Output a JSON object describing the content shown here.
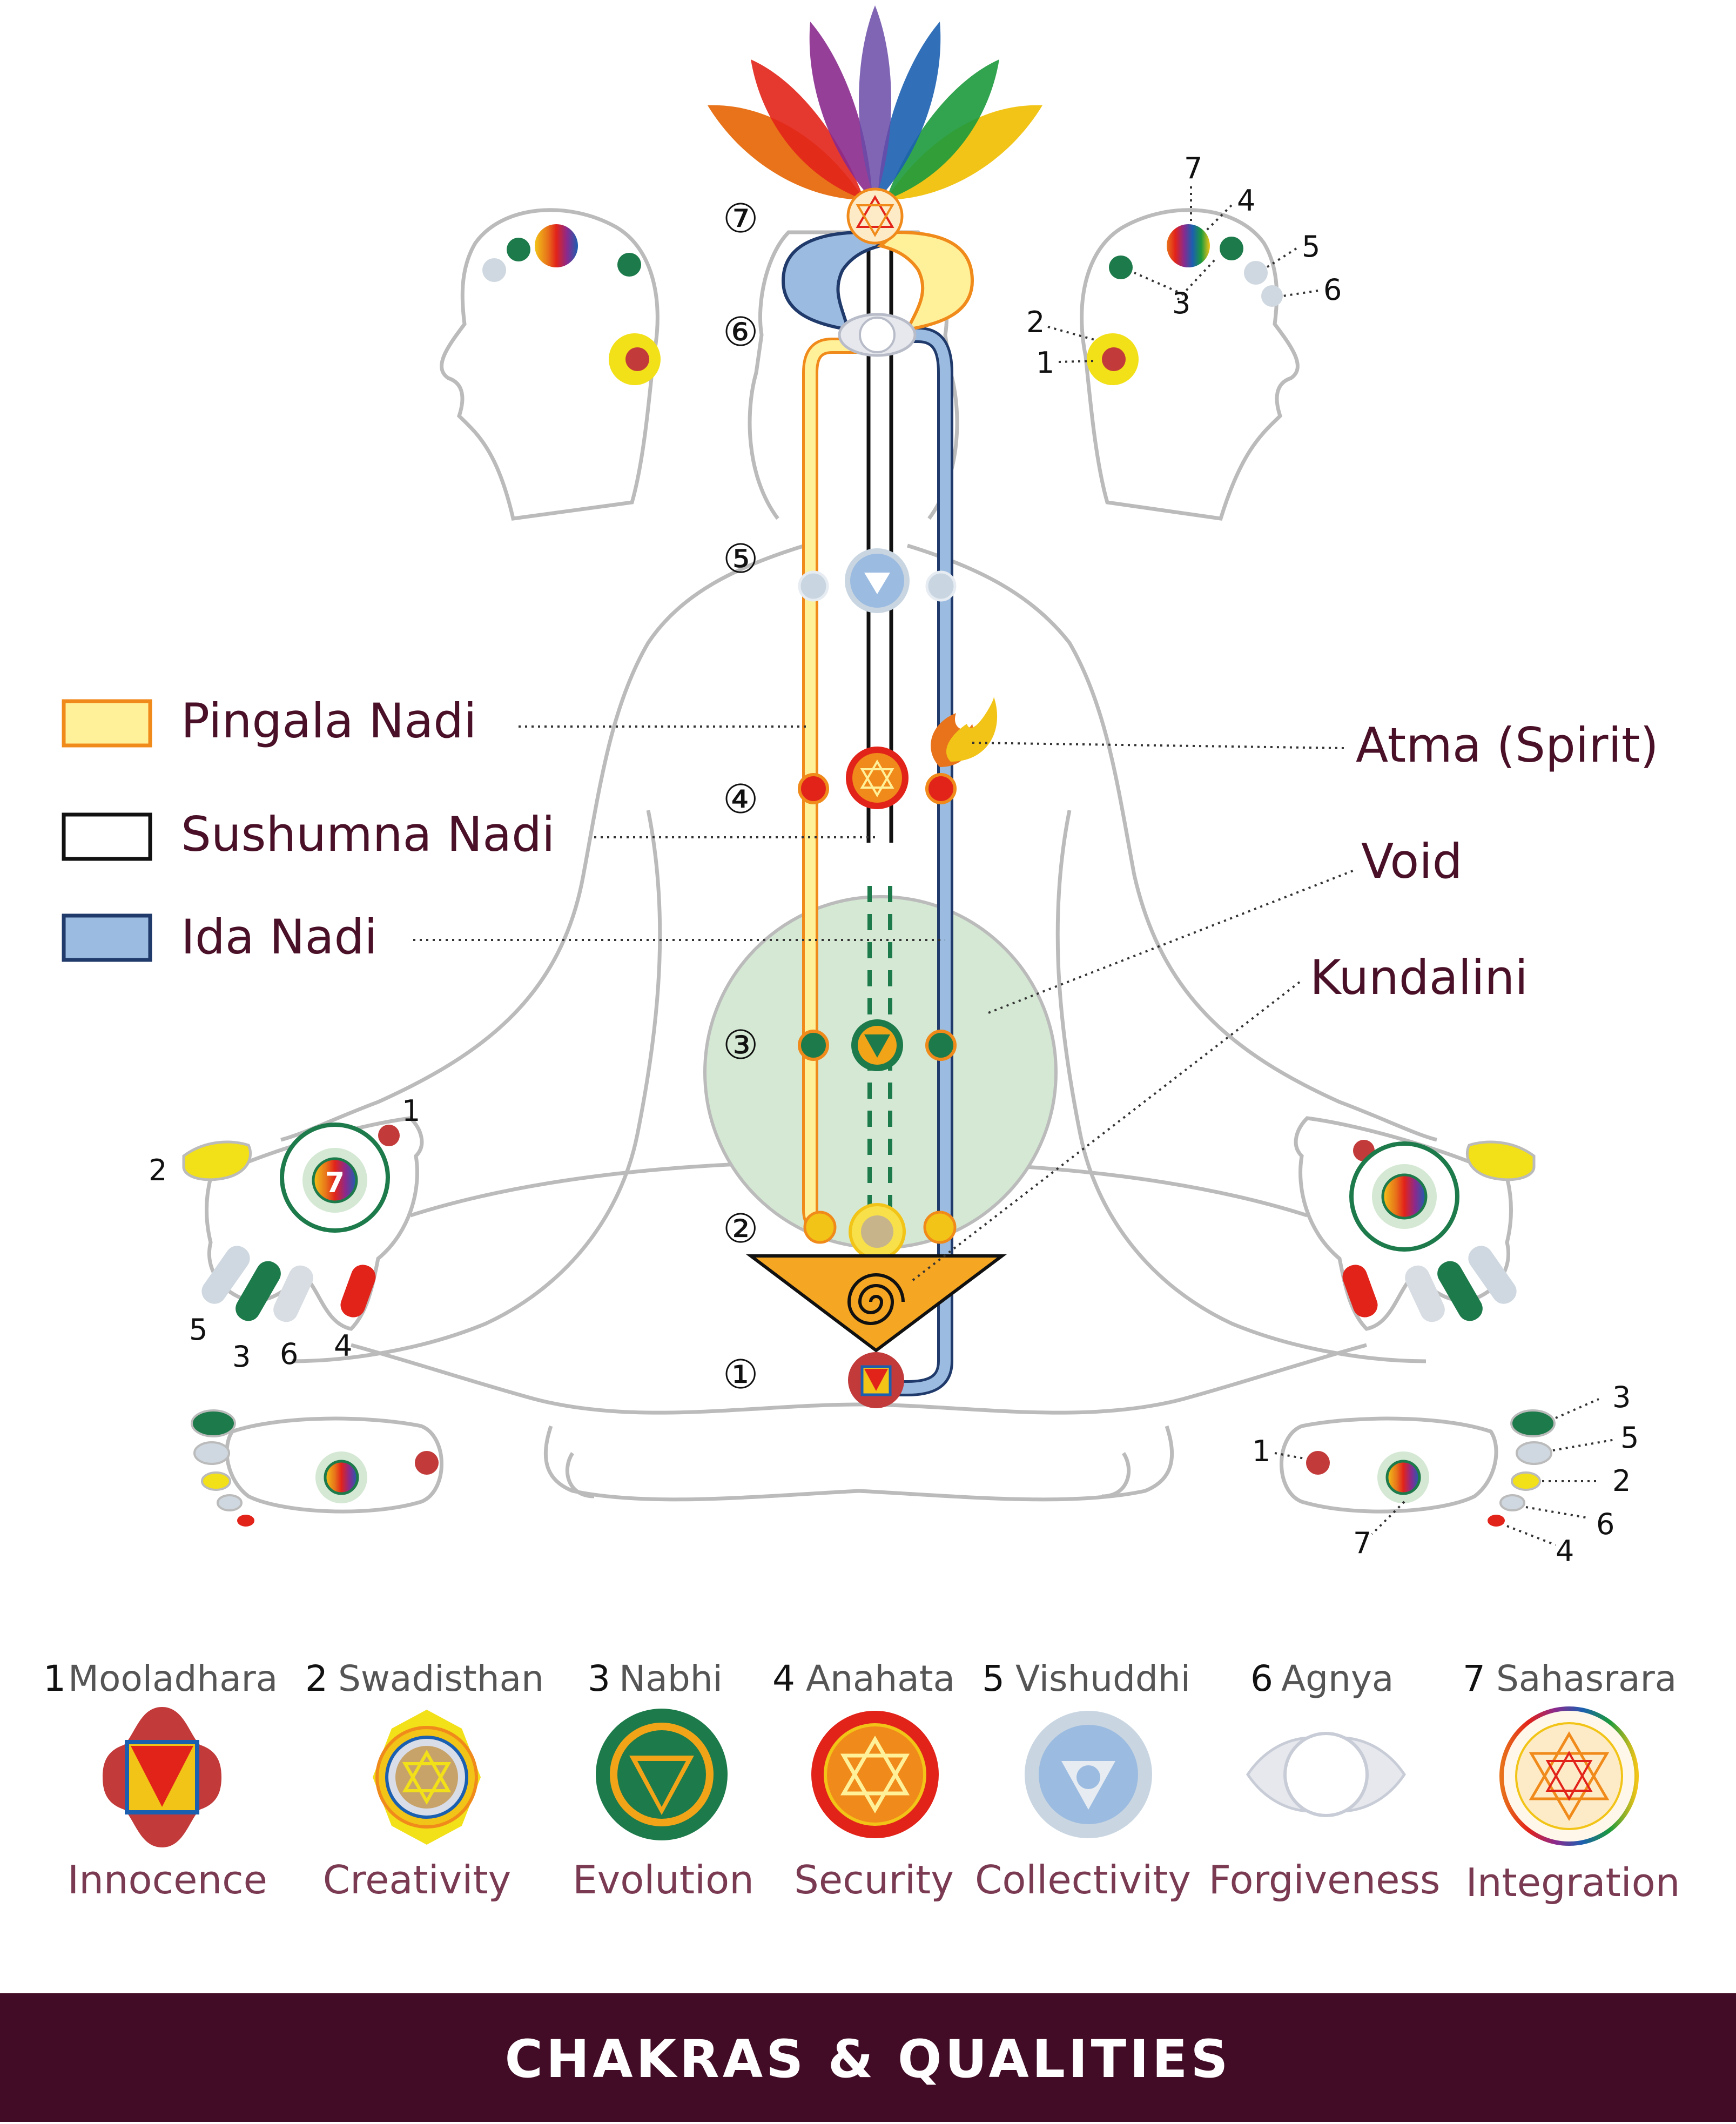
{
  "legend": [
    {
      "label": "Pingala Nadi",
      "color": "#fff19a",
      "border": "#f08a1a"
    },
    {
      "label": "Sushumna Nadi",
      "color": "#ffffff",
      "border": "#111111"
    },
    {
      "label": "Ida Nadi",
      "color": "#9bbbe0",
      "border": "#1f3a6b"
    }
  ],
  "annotations": {
    "atma": "Atma (Spirit)",
    "void": "Void",
    "kundalini": "Kundalini"
  },
  "center_numbers": [
    "⑦",
    "⑥",
    "⑤",
    "④",
    "③",
    "②",
    "①"
  ],
  "head_right_numbers": [
    "7",
    "4",
    "5",
    "3",
    "6",
    "2",
    "1"
  ],
  "left_hand": {
    "center": "7",
    "numbers": [
      "1",
      "2",
      "5",
      "3",
      "6",
      "4"
    ]
  },
  "right_foot_numbers": [
    "3",
    "5",
    "2",
    "1",
    "6",
    "7",
    "4"
  ],
  "chakras": [
    {
      "num": "1",
      "name": "Mooladhara",
      "quality": "Innocence",
      "icon": "mooladhara-icon"
    },
    {
      "num": "2",
      "name": "Swadisthan",
      "quality": "Creativity",
      "icon": "swadisthan-icon"
    },
    {
      "num": "3",
      "name": "Nabhi",
      "quality": "Evolution",
      "icon": "nabhi-icon"
    },
    {
      "num": "4",
      "name": "Anahata",
      "quality": "Security",
      "icon": "anahata-icon"
    },
    {
      "num": "5",
      "name": "Vishuddhi",
      "quality": "Collectivity",
      "icon": "vishuddhi-icon"
    },
    {
      "num": "6",
      "name": "Agnya",
      "quality": "Forgiveness",
      "icon": "agnya-icon"
    },
    {
      "num": "7",
      "name": "Sahasrara",
      "quality": "Integration",
      "icon": "sahasrara-icon"
    }
  ],
  "footer": {
    "title": "CHAKRAS & QUALITIES",
    "color": "#420c26"
  },
  "colors": {
    "label_text": "#4a1028",
    "quality_text": "#7a3a52",
    "void_fill": "#d4e8d4",
    "outline": "#bbbbbb"
  }
}
